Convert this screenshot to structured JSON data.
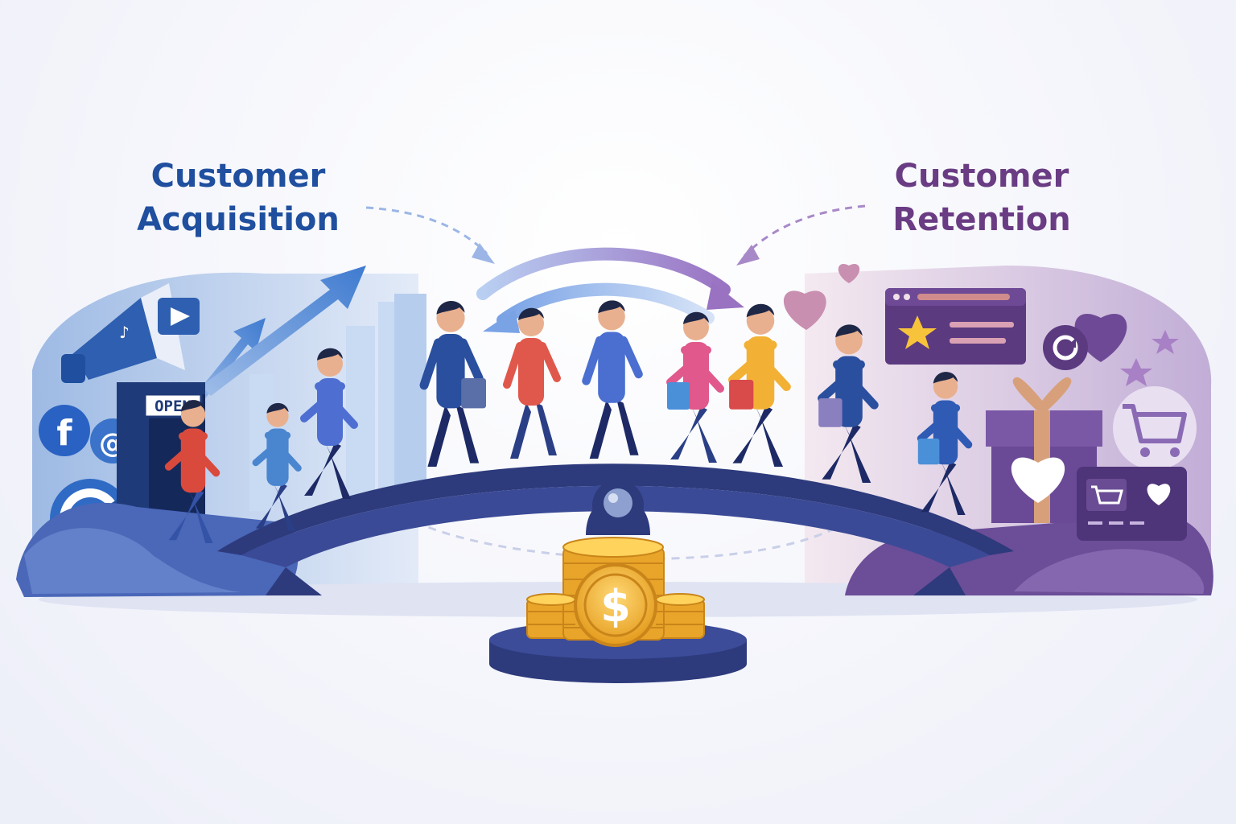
{
  "headings": {
    "acquisition": {
      "line1": "Customer",
      "line2": "Acquisition"
    },
    "retention": {
      "line1": "Customer",
      "line2": "Retention"
    }
  },
  "door_sign": "OPEN",
  "social_icons": {
    "facebook": "f",
    "email": "@"
  },
  "currency_symbol": "$",
  "colors": {
    "acquisition": "#1f4f9e",
    "retention": "#6a3c83",
    "bridge": "#2d3a7c",
    "coin": "#f2b233"
  }
}
